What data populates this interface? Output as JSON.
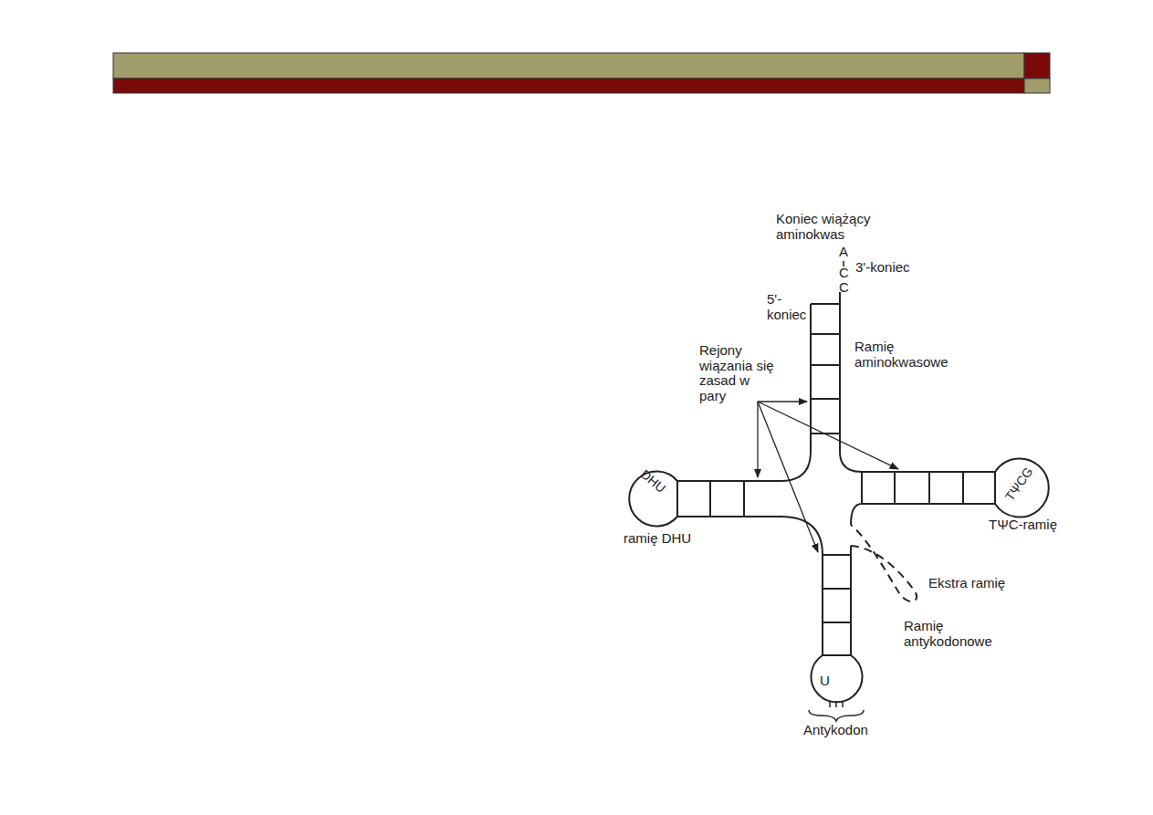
{
  "diagram": {
    "labels": [
      "Koniec wiążący aminokwas",
      "A",
      "C",
      "C",
      "3'-koniec",
      "5'- koniec",
      "Ramię aminokwasowe",
      "Rejony wiązania się zasad w pary",
      "DHU",
      "ramię DHU",
      "TΨCG",
      "TΨC-ramię",
      "Ekstra ramię",
      "Ramię antykodonowe",
      "U",
      "Antykodon"
    ]
  }
}
